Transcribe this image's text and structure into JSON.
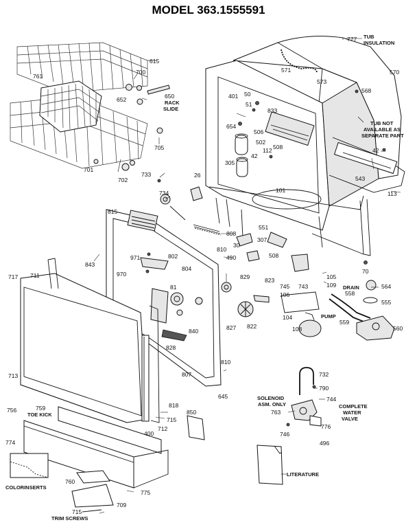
{
  "title": "MODEL 363.1555591",
  "labels": {
    "tub_insulation": [
      "TUB",
      "INSULATION"
    ],
    "tub_not_available": [
      "TUB NOT",
      "AVAILABLE AS",
      "SEPARATE PART"
    ],
    "rack_slide": [
      "RACK",
      "SLIDE"
    ],
    "drain": "DRAIN",
    "pump": "PUMP",
    "solenoid": [
      "SOLENOID",
      "ASM. ONLY"
    ],
    "complete_water_valve": [
      "COMPLETE",
      "WATER",
      "VALVE"
    ],
    "toe_kick": "TOE KICK",
    "color_inserts": "COLORINSERTS",
    "trim_screws": "TRIM SCREWS",
    "literature": "LITERATURE"
  },
  "part_numbers": {
    "p777": "777",
    "p571": "571",
    "p573": "573",
    "p570": "570",
    "p568": "568",
    "p615": "615",
    "p700": "700",
    "p761": "761",
    "p650": "650",
    "p652": "652",
    "p401": "401",
    "p50": "50",
    "p51": "51",
    "p833": "833",
    "p654": "654",
    "p506": "506",
    "p502": "502",
    "p508a": "508",
    "p305": "305",
    "p42a": "42",
    "p112": "112",
    "p42b": "42",
    "p543": "543",
    "p113": "113",
    "p705": "705",
    "p701": "701",
    "p702": "702",
    "p733": "733",
    "p26": "26",
    "p101": "101",
    "p734": "734",
    "p815": "815",
    "p808": "808",
    "p551": "551",
    "p307": "307",
    "p30": "30",
    "p810a": "810",
    "p490": "490",
    "p508b": "508",
    "p843": "843",
    "p971": "971",
    "p802": "802",
    "p804": "804",
    "p970": "970",
    "p105": "105",
    "p70": "70",
    "p717": "717",
    "p711": "711",
    "p829": "829",
    "p823": "823",
    "p745": "745",
    "p743": "743",
    "p109": "109",
    "p564": "564",
    "p558": "558",
    "p555": "555",
    "p106": "106",
    "p81": "81",
    "p840": "840",
    "p827": "827",
    "p822": "822",
    "p104": "104",
    "p559": "559",
    "p108": "108",
    "p560": "560",
    "p828": "828",
    "p713": "713",
    "p807": "807",
    "p810b": "810",
    "p645": "645",
    "p732": "732",
    "p790": "790",
    "p744": "744",
    "p763": "763",
    "p818": "818",
    "p759": "759",
    "p756": "756",
    "p715a": "715",
    "p850": "850",
    "p712": "712",
    "p400": "400",
    "p776": "776",
    "p746": "746",
    "p496": "496",
    "p774": "774",
    "p760": "760",
    "p775": "775",
    "p709": "709",
    "p715b": "715"
  }
}
